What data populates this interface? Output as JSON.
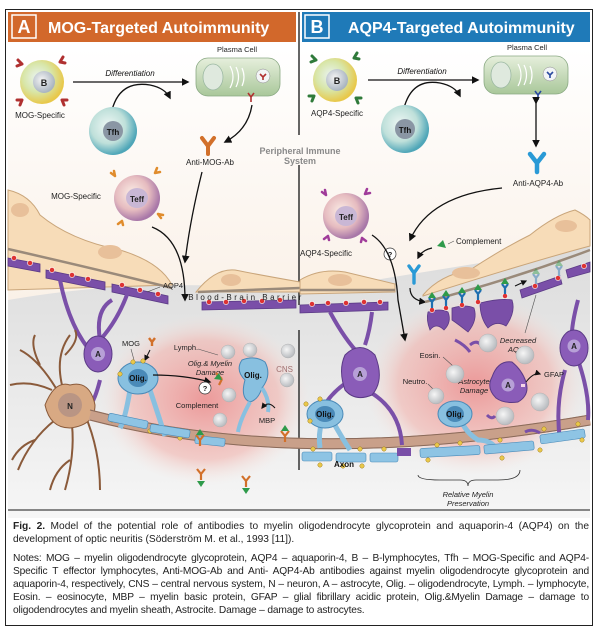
{
  "panels": {
    "a": {
      "letter": "A",
      "title": "MOG-Targeted Autoimmunity",
      "header_color": "#d2682b",
      "b_cell_label": "B",
      "b_cell_specificity": "MOG-Specific",
      "differentiation_label": "Differentiation",
      "plasma_cell_label": "Plasma Cell",
      "tfh_label": "Tfh",
      "antibody_label": "Anti-MOG-Ab",
      "antibody_color": "#d2702a",
      "teff_label": "Teff",
      "teff_specificity": "MOG-Specific",
      "aqp4_label": "AQP4",
      "astrocyte_label": "A",
      "neuron_label": "N",
      "mog_label": "MOG",
      "olig_label": "Olig.",
      "lymph_label": "Lymph.",
      "damage_label_line1": "Olig.& Myelin",
      "damage_label_line2": "Damage",
      "question_mark": "?",
      "complement_label": "Complement",
      "mbp_label": "MBP",
      "cns_label": "CNS"
    },
    "b": {
      "letter": "B",
      "title": "AQP4-Targeted Autoimmunity",
      "header_color": "#1f7ab8",
      "b_cell_label": "B",
      "b_cell_specificity": "AQP4-Specific",
      "differentiation_label": "Differentiation",
      "plasma_cell_label": "Plasma Cell",
      "tfh_label": "Tfh",
      "antibody_label": "Anti-AQP4-Ab",
      "antibody_color": "#2a9ad6",
      "teff_label": "Teff",
      "teff_specificity": "AQP4-Specific",
      "question_mark": "?",
      "complement_label": "Complement",
      "decreased_line1": "Decreased",
      "decreased_line2": "AQP4",
      "eosin_label": "Eosin.",
      "neutro_label": "Neutro.",
      "astro_damage_line1": "Astrocyte",
      "astro_damage_line2": "Damage",
      "gfap_label": "GFAP",
      "astrocyte_label": "A",
      "olig_label": "Olig.",
      "axon_label": "Axon",
      "preservation_line1": "Relative Myelin",
      "preservation_line2": "Preservation"
    },
    "shared": {
      "peripheral_line1": "Peripheral Immune",
      "peripheral_line2": "System",
      "bbb_label": "Blood-Brain Barrier"
    }
  },
  "caption": {
    "fig_label": "Fig. 2.",
    "text": " Model of the potential role of antibodies to myelin oligodendrocyte glycoprotein and aquaporin-4 (AQP4) on the development of optic neuritis (Söderström M. et al., 1993 [11]).",
    "notes": "Notes: MOG – myelin oligodendrocyte glycoprotein, AQP4 – aquaporin-4, B – B-lymphocytes, Tfh – MOG-Specific and AQP4-Specific T effector lymphocytes, Anti-MOG-Ab and Anti- AQP4-Ab antibodies against myelin oligodendrocyte glycoprotein and aquaporin-4, respectively, CNS – central nervous system, N – neuron, A – astrocyte, Olig. – oligodendrocyte, Lymph. – lymphocyte, Eosin. – eosinocyte, MBP – myelin basic protein, GFAP – glial fibrillary acidic protein, Olig.&Myelin Damage – damage to oligodendrocytes and myelin sheath, Astrocite. Damage – damage to astrocytes."
  }
}
